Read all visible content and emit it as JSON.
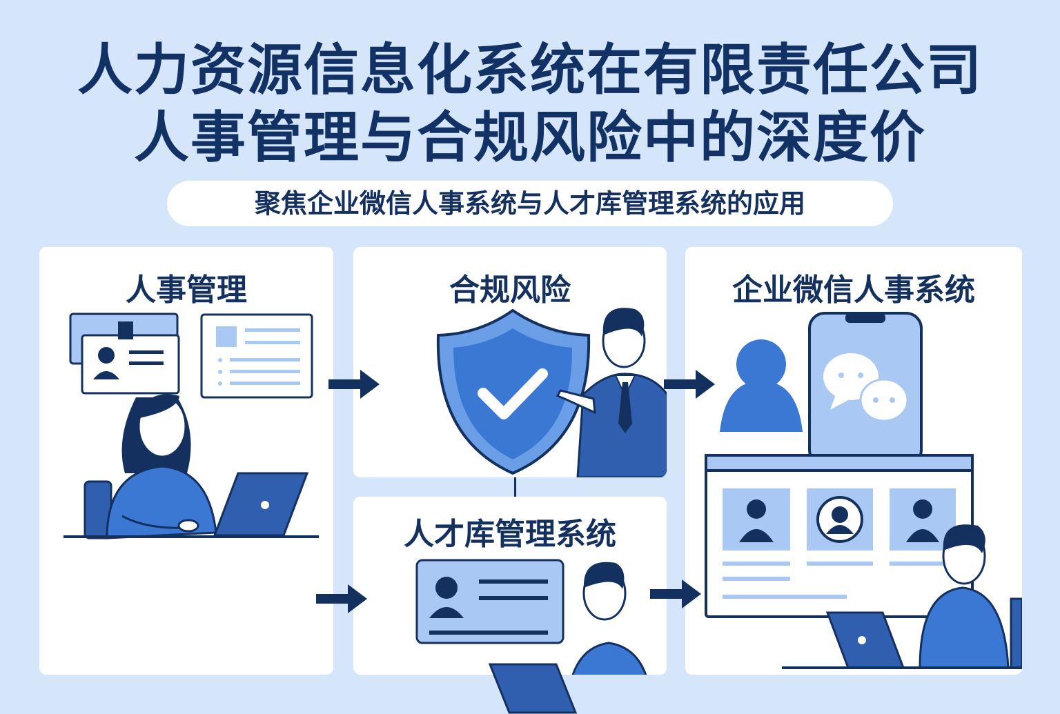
{
  "title_line1": "人力资源信息化系统在有限责任公司",
  "title_line2": "人事管理与合规风险中的深度价",
  "subtitle": "聚焦企业微信人事系统与人才库管理系统的应用",
  "panels": {
    "hr": {
      "title": "人事管理"
    },
    "compliance": {
      "title": "合规风险"
    },
    "talent": {
      "title": "人才库管理系统"
    },
    "wecom": {
      "title": "企业微信人事系统"
    }
  },
  "colors": {
    "background": "#d6e6fa",
    "navy": "#14305f",
    "blue": "#3a78d4",
    "light_blue": "#a9c8f4",
    "panel": "#ffffff"
  },
  "icons": [
    "id-card-icon",
    "document-icon",
    "shield-check-icon",
    "chat-bubble-icon",
    "user-avatar-icon",
    "laptop-icon",
    "arrow-right-icon"
  ]
}
